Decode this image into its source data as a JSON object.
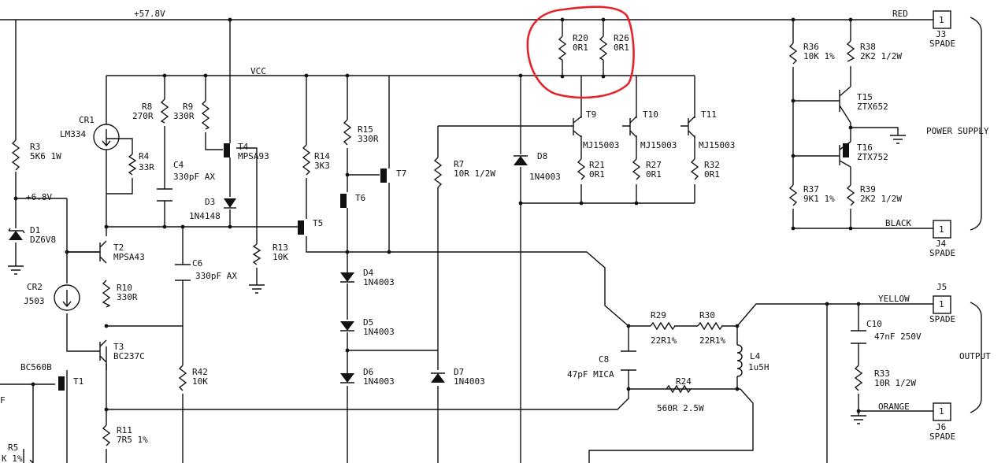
{
  "labels": {
    "rail_hv": "+57.8V",
    "vcc": "VCC",
    "red": "RED",
    "j3_pin": "1",
    "j3": "J3",
    "j3_type": "SPADE",
    "power_supply": "POWER SUPPLY",
    "r20": "R20",
    "r20_v": "0R1",
    "r26": "R26",
    "r26_v": "0R1",
    "r36": "R36",
    "r36_v": "10K 1%",
    "r38": "R38",
    "r38_v": "2K2 1/2W",
    "t15": "T15",
    "t15_v": "ZTX652",
    "t16": "T16",
    "t16_v": "ZTX752",
    "r37": "R37",
    "r37_v": "9K1 1%",
    "r39": "R39",
    "r39_v": "2K2 1/2W",
    "black": "BLACK",
    "j4_pin": "1",
    "j4": "J4",
    "j4_type": "SPADE",
    "t9": "T9",
    "t10": "T10",
    "t11": "T11",
    "mj1": "MJ15003",
    "mj2": "MJ15003",
    "mj3": "MJ15003",
    "r21": "R21",
    "r21_v": "0R1",
    "r27": "R27",
    "r27_v": "0R1",
    "r32": "R32",
    "r32_v": "0R1",
    "r7": "R7",
    "r7_v": "10R 1/2W",
    "d8": "D8",
    "d8_v": "1N4003",
    "r3": "R3",
    "r3_v": "5K6 1W",
    "cr1": "CR1",
    "cr1_v": "LM334",
    "r8": "R8",
    "r8_v": "270R",
    "r9": "R9",
    "r9_v": "330R",
    "t4": "T4",
    "t4_v": "MPSA93",
    "r4": "R4",
    "r4_v": "33R",
    "c4": "C4",
    "c4_v": "330pF AX",
    "d3": "D3",
    "d3_v": "1N4148",
    "r14": "R14",
    "r14_v": "3K3",
    "r15": "R15",
    "r15_v": "330R",
    "t7": "T7",
    "t6": "T6",
    "t5": "T5",
    "r13": "R13",
    "r13_v": "10K",
    "v68": "+6.8V",
    "d1": "D1",
    "d1_v": "DZ6V8",
    "t2": "T2",
    "t2_v": "MPSA43",
    "c6": "C6",
    "c6_v": "330pF AX",
    "r10": "R10",
    "r10_v": "330R",
    "cr2": "CR2",
    "cr2_v": "J503",
    "d4": "D4",
    "d4_v": "1N4003",
    "d5": "D5",
    "d5_v": "1N4003",
    "d6": "D6",
    "d6_v": "1N4003",
    "d7": "D7",
    "d7_v": "1N4003",
    "t3": "T3",
    "t3_v": "BC237C",
    "r42": "R42",
    "r42_v": "10K",
    "bc560b": "BC560B",
    "t1": "T1",
    "r11": "R11",
    "r11_v": "7R5 1%",
    "r5": "R5",
    "r5_v": "K 1%",
    "f_frag": "F",
    "r29": "R29",
    "r29_v": "22R1%",
    "r30": "R30",
    "r30_v": "22R1%",
    "c8": "C8",
    "c8_v": "47pF MICA",
    "l4": "L4",
    "l4_v": "1u5H",
    "r24": "R24",
    "r24_v": "560R 2.5W",
    "yellow": "YELLOW",
    "j5": "J5",
    "j5_pin": "1",
    "j5_type": "SPADE",
    "c10": "C10",
    "c10_v": "47nF 250V",
    "output": "OUTPUT",
    "r33": "R33",
    "r33_v": "10R 1/2W",
    "orange": "ORANGE",
    "j6_pin": "1",
    "j6": "J6",
    "j6_type": "SPADE"
  }
}
